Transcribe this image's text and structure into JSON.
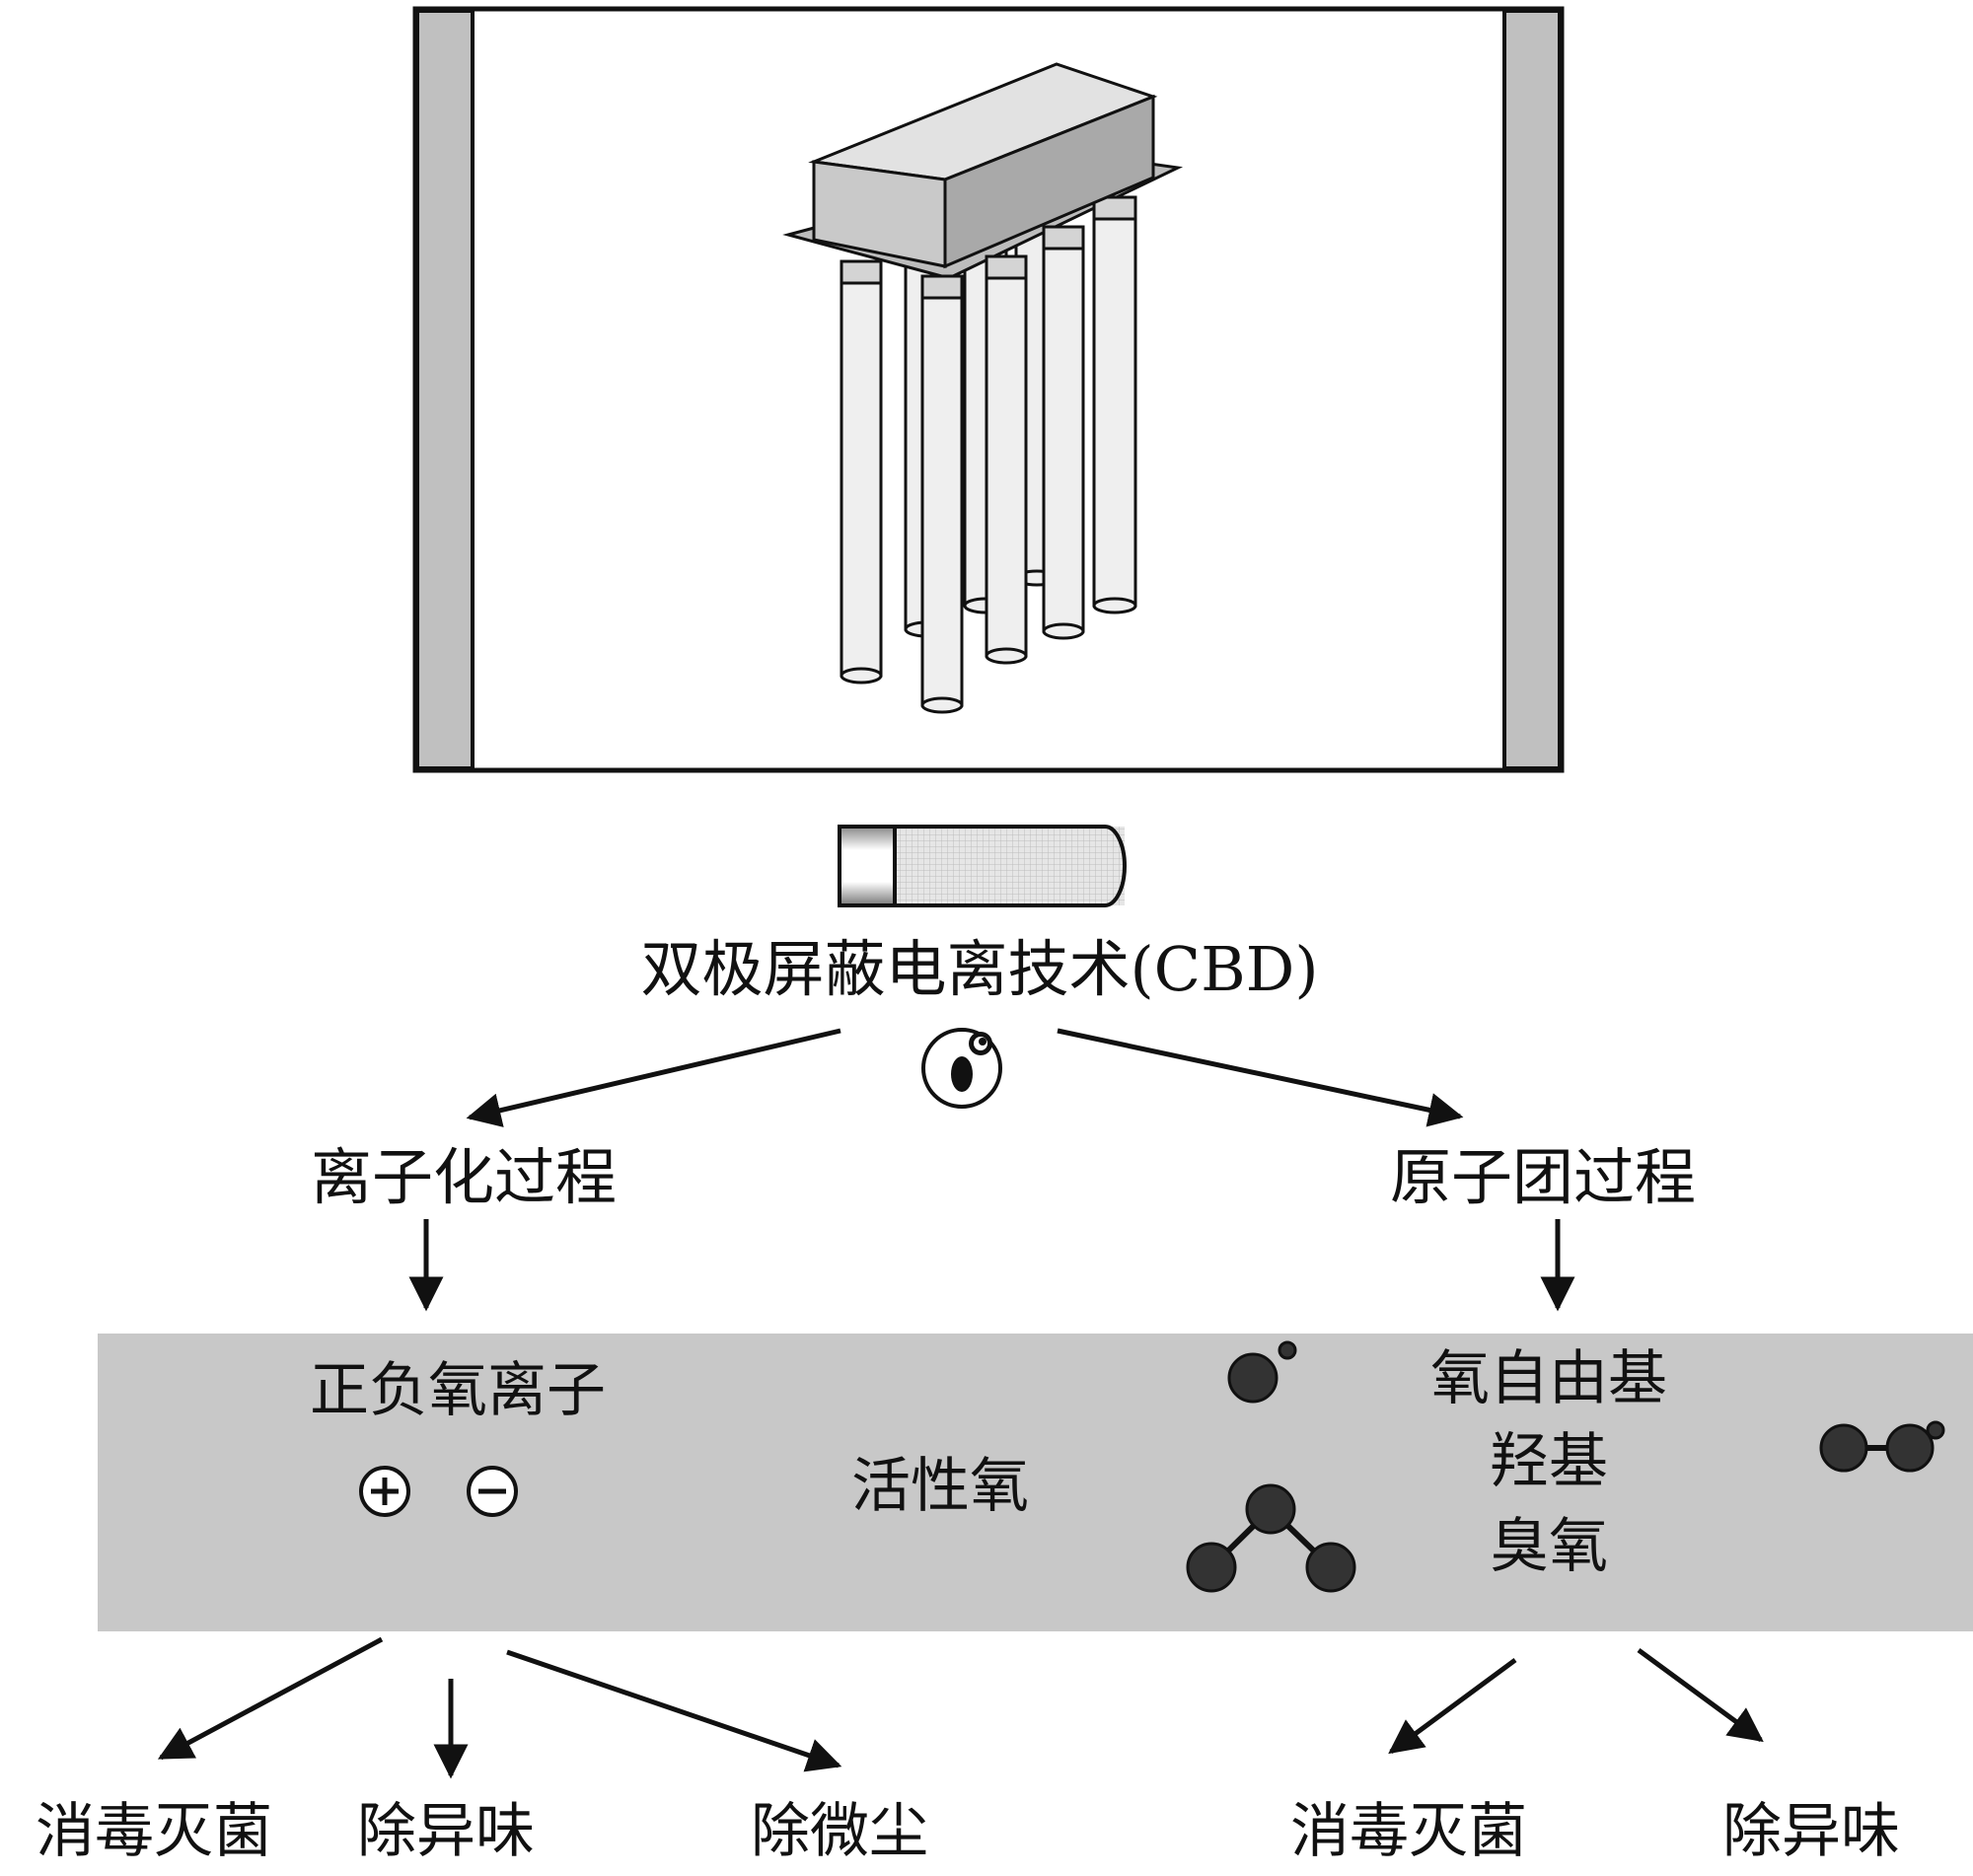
{
  "technology_label": "双极屏蔽电离技术(CBD)",
  "branches": {
    "left": {
      "process": "离子化过程",
      "product": "正负氧离子"
    },
    "right": {
      "process": "原子团过程",
      "products": [
        "氧自由基",
        "羟基",
        "臭氧"
      ]
    }
  },
  "center_label": "活性氧",
  "effects": {
    "left": [
      "消毒灭菌",
      "除异味",
      "除微尘"
    ],
    "right": [
      "消毒灭菌",
      "除异味"
    ]
  },
  "colors": {
    "band": "#c8c8c8",
    "frame_side": "#c0c0c0",
    "ink": "#111111",
    "molecule": "#333333",
    "tube": "#efefef",
    "box": "#c9c9c9"
  }
}
